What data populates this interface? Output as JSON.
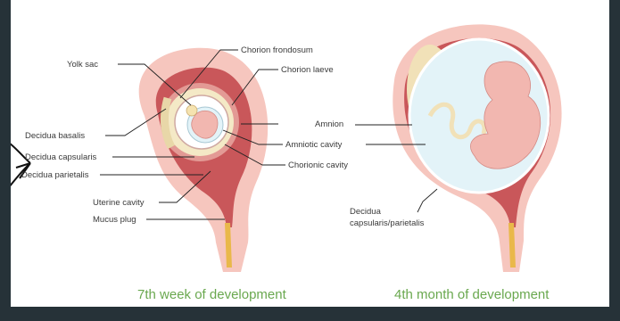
{
  "labels": {
    "yolk_sac": "Yolk sac",
    "chorion_frondosum": "Chorion frondosum",
    "chorion_laeve": "Chorion laeve",
    "decidua_basalis": "Decidua basalis",
    "decidua_capsularis": "Decidua capsularis",
    "decidua_parietalis": "Decidua parietalis",
    "amnion": "Amnion",
    "amniotic_cavity": "Amniotic cavity",
    "chorionic_cavity": "Chorionic cavity",
    "uterine_cavity": "Uterine cavity",
    "mucus_plug": "Mucus plug",
    "decidua_capsularis_parietalis_line1": "Decidua",
    "decidua_capsularis_parietalis_line2": "capsularis/parietalis"
  },
  "captions": {
    "left": "7th week of development",
    "right": "4th month of development"
  },
  "colors": {
    "background": "#263238",
    "panel": "#ffffff",
    "uterus_outer": "#f6c6be",
    "uterus_wall": "#c9575a",
    "decidua": "#d88a86",
    "chorion": "#f4e9c6",
    "amniotic_fluid": "#e3f3f8",
    "embryo": "#f2b7b0",
    "mucus_plug": "#e9b84a",
    "caption_green": "#6aa84f"
  }
}
